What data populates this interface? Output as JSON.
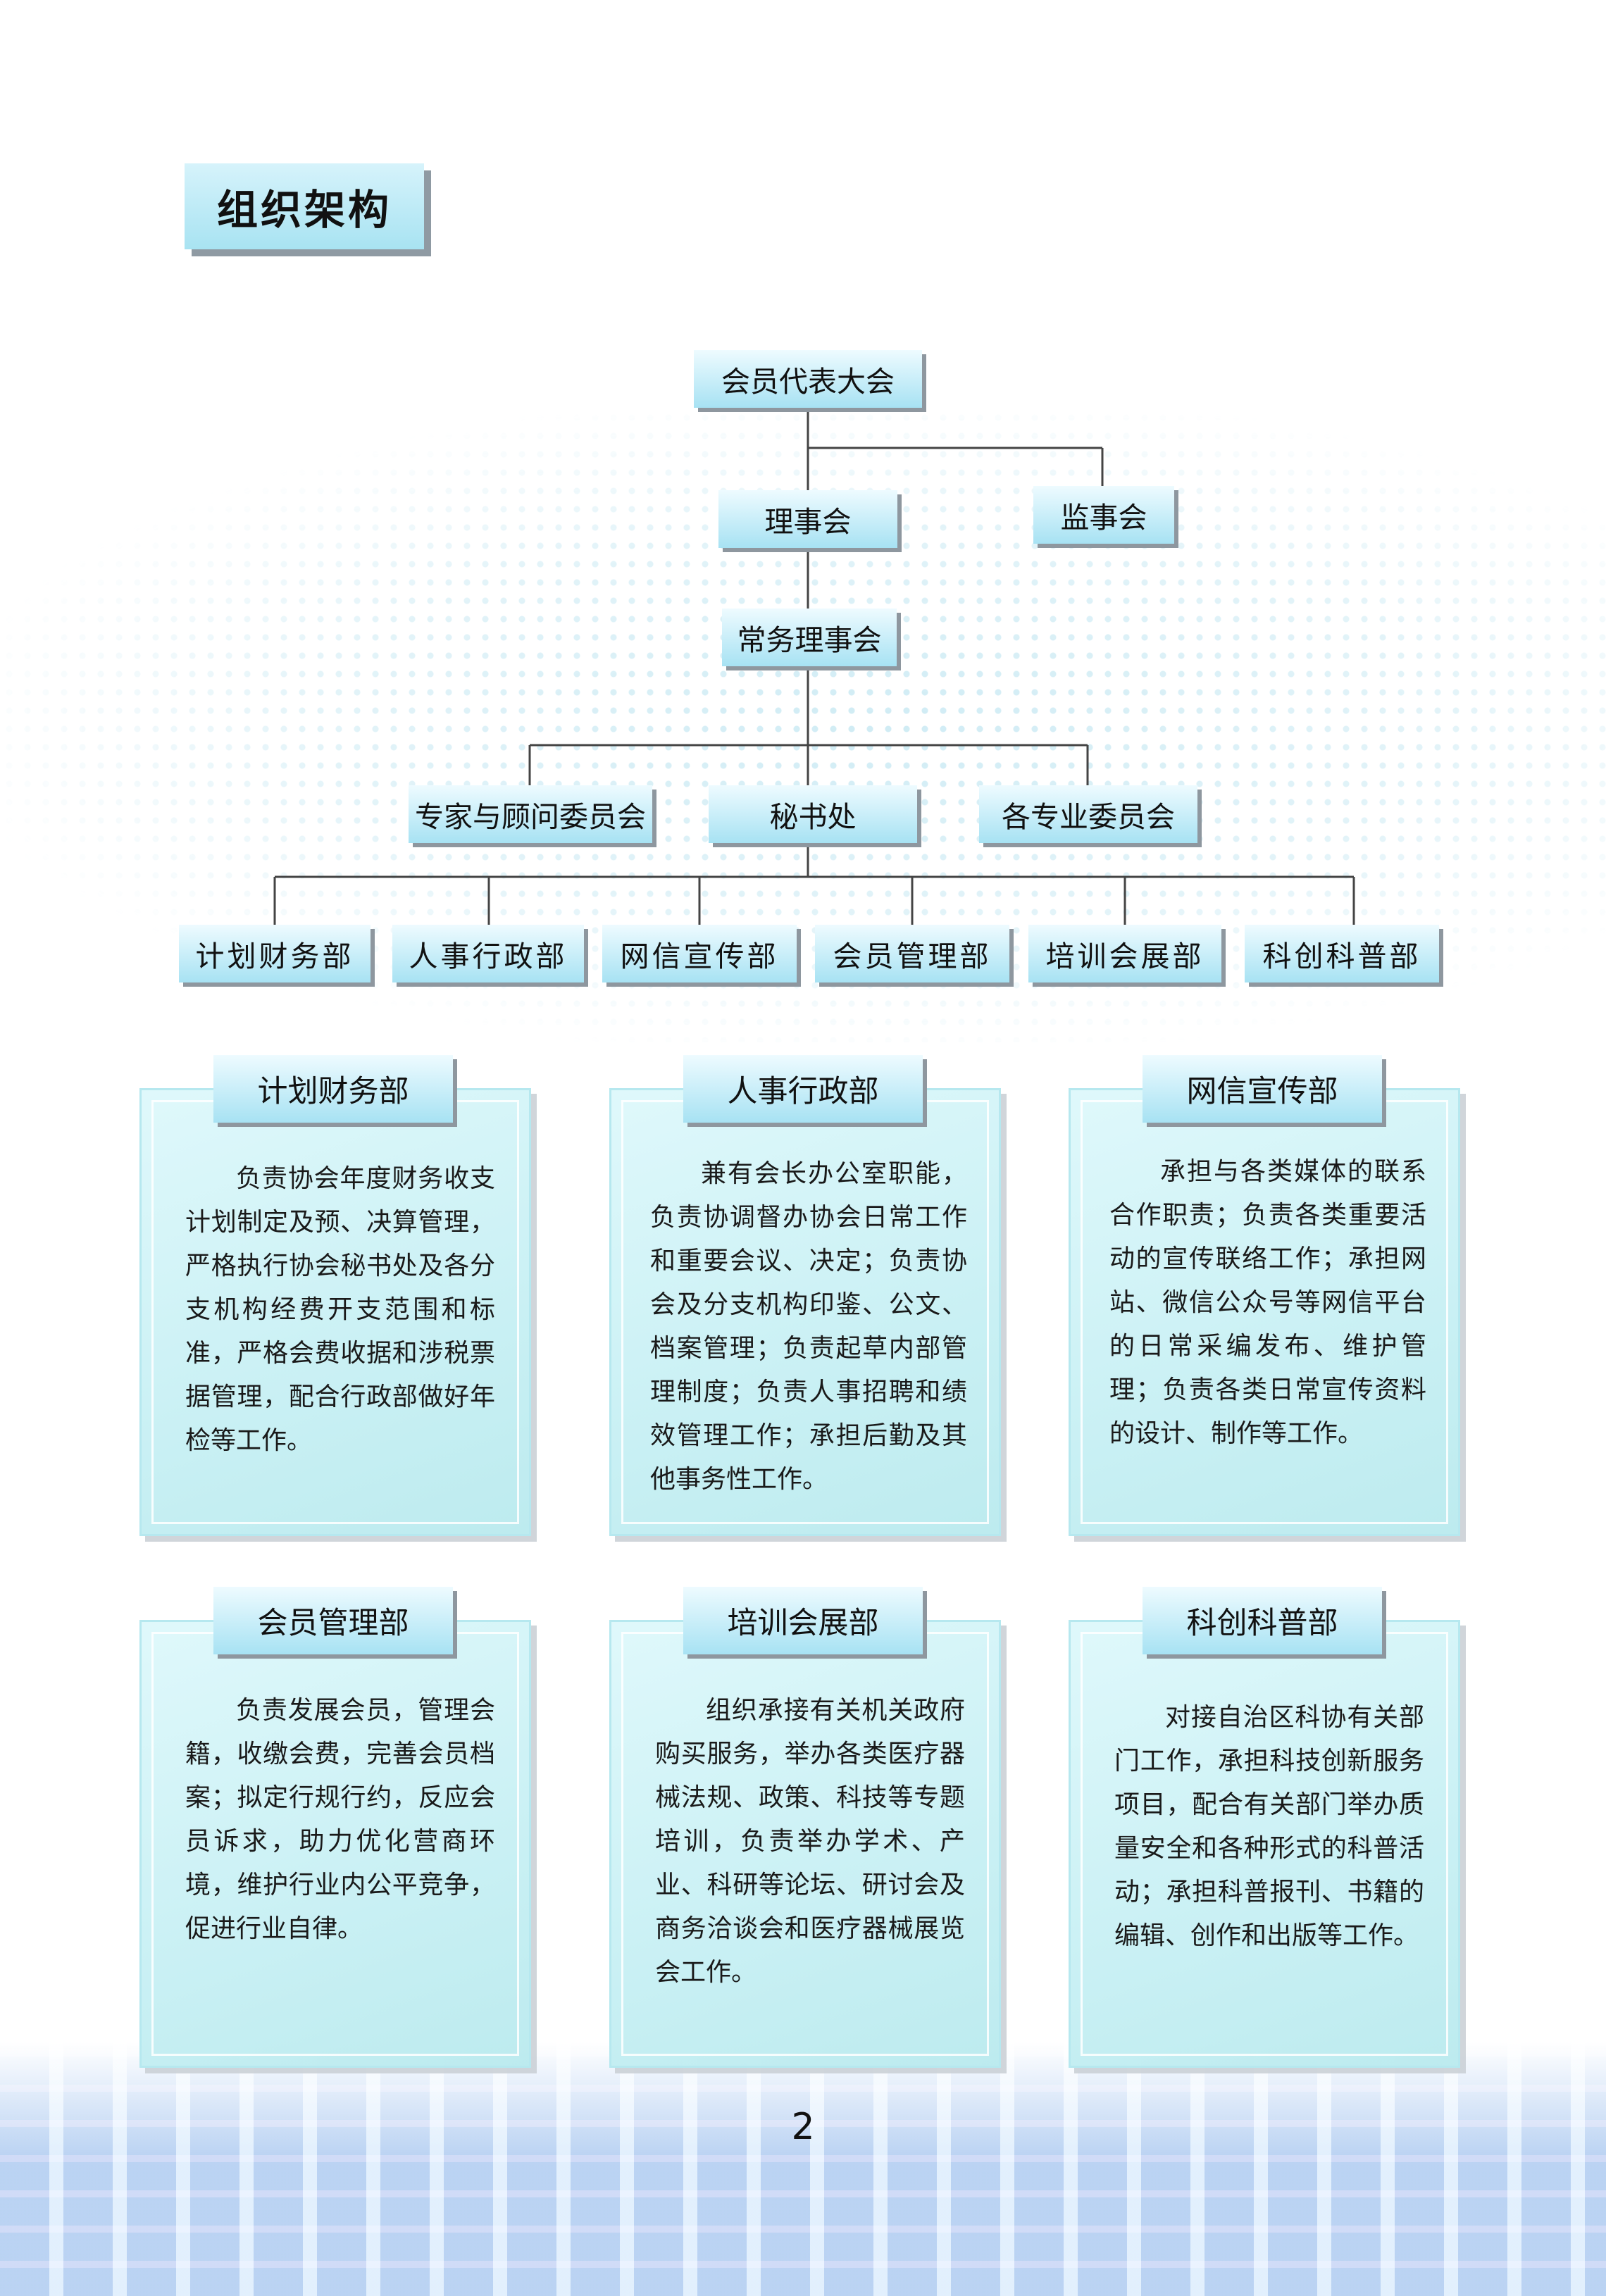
{
  "page": {
    "title": "组织架构",
    "page_number": "2"
  },
  "org_chart": {
    "assembly": "会员代表大会",
    "council": "理事会",
    "supervisory": "监事会",
    "standing_council": "常务理事会",
    "experts": "专家与顾问委员会",
    "secretariat": "秘书处",
    "committees": "各专业委员会",
    "departments": [
      "计划财务部",
      "人事行政部",
      "网信宣传部",
      "会员管理部",
      "培训会展部",
      "科创科普部"
    ]
  },
  "cards": [
    {
      "title": "计划财务部",
      "text": "负责协会年度财务收支计划制定及预、决算管理，严格执行协会秘书处及各分支机构经费开支范围和标准，严格会费收据和涉税票据管理，配合行政部做好年检等工作。"
    },
    {
      "title": "人事行政部",
      "text": "兼有会长办公室职能，负责协调督办协会日常工作和重要会议、决定；负责协会及分支机构印鉴、公文、档案管理；负责起草内部管理制度；负责人事招聘和绩效管理工作；承担后勤及其他事务性工作。"
    },
    {
      "title": "网信宣传部",
      "text": "承担与各类媒体的联系合作职责；负责各类重要活动的宣传联络工作；承担网站、微信公众号等网信平台的日常采编发布、维护管理；负责各类日常宣传资料的设计、制作等工作。"
    },
    {
      "title": "会员管理部",
      "text": "负责发展会员，管理会籍，收缴会费，完善会员档案；拟定行规行约，反应会员诉求，助力优化营商环境，维护行业内公平竞争，促进行业自律。"
    },
    {
      "title": "培训会展部",
      "text": "组织承接有关机关政府购买服务，举办各类医疗器械法规、政策、科技等专题培训，负责举办学术、产业、科研等论坛、研讨会及商务洽谈会和医疗器械展览会工作。"
    },
    {
      "title": "科创科普部",
      "text": "对接自治区科协有关部门工作，承担科技创新服务项目，配合有关部门举办质量安全和各种形式的科普活动；承担科普报刊、书籍的编辑、创作和出版等工作。"
    }
  ],
  "colors": {
    "node_top": "#eefbff",
    "node_bottom": "#a7e2f3",
    "card_bg": "#d2f2f5",
    "line": "#444444"
  }
}
